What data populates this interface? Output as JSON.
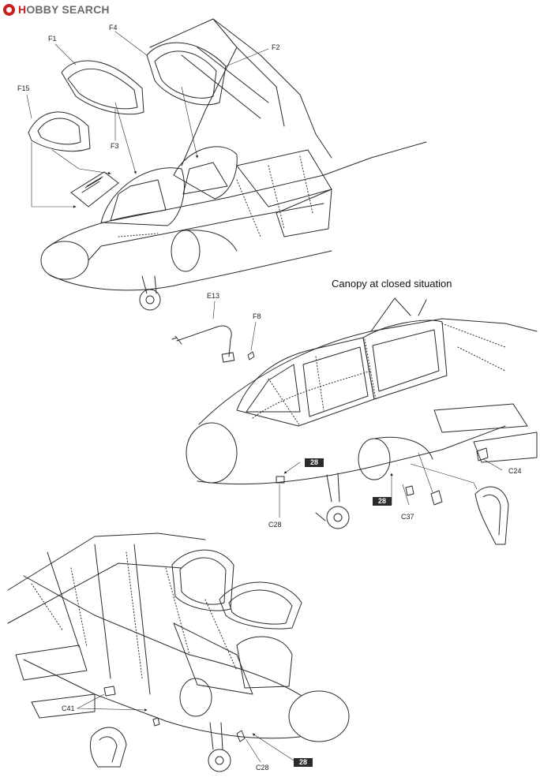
{
  "header": {
    "logo_initial": "H",
    "logo_rest": "OBBY SEARCH"
  },
  "colors": {
    "ink": "#2a2a2a",
    "brand_red": "#c81e1e",
    "step_box": "#2b2b2b"
  },
  "diagram_top": {
    "labels": [
      "F1",
      "F4",
      "F2",
      "F15",
      "F3"
    ]
  },
  "diagram_middle": {
    "caption": "Canopy at closed situation",
    "labels": [
      "E13",
      "F8",
      "C24",
      "C37",
      "C28"
    ],
    "step_refs": [
      "28",
      "28"
    ]
  },
  "diagram_bottom": {
    "labels": [
      "C41",
      "C28"
    ],
    "step_refs": [
      "28"
    ]
  }
}
